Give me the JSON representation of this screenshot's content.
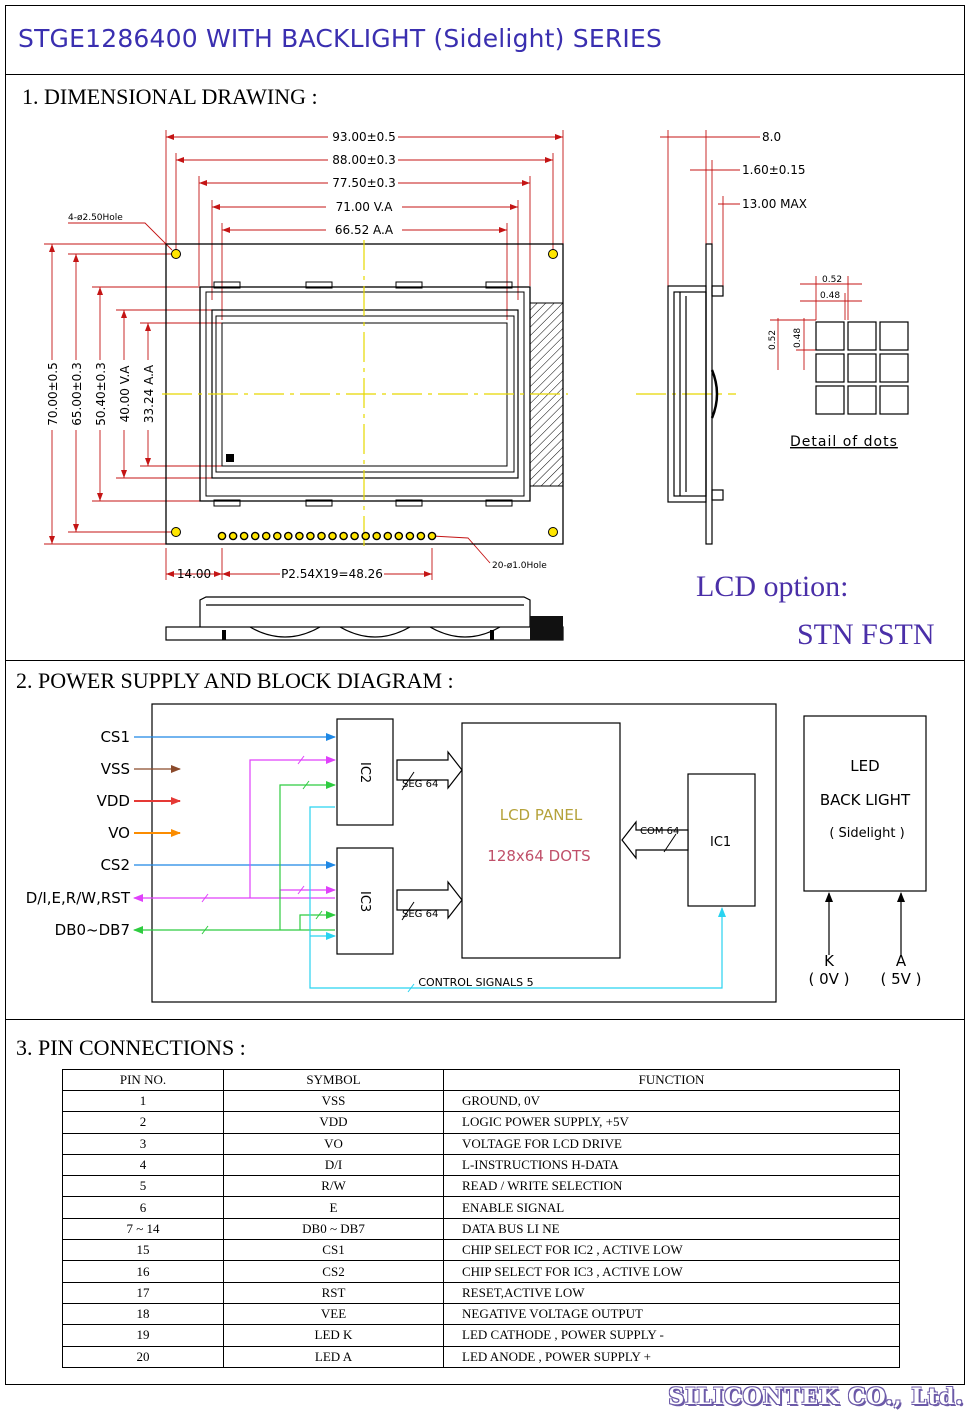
{
  "title": "STGE1286400  WITH BACKLIGHT (Sidelight) SERIES",
  "section1": {
    "heading": "1. DIMENSIONAL  DRAWING :",
    "dims_top": [
      "93.00±0.5",
      "88.00±0.3",
      "77.50±0.3",
      "71.00  V.A",
      "66.52  A.A"
    ],
    "dims_left": [
      "70.00±0.5",
      "65.00±0.3",
      "50.40±0.3",
      "40.00  V.A",
      "33.24  A.A"
    ],
    "hole_label": "4-ø2.50Hole",
    "pin_hole_label": "20-ø1.0Hole",
    "dim_bottom_left": "14.00",
    "dim_pitch": "P2.54X19=48.26",
    "side_dims": [
      "8.0",
      "1.60±0.15",
      "13.00  MAX"
    ],
    "dot_dims": [
      "0.52",
      "0.48",
      "0.52",
      "0.48"
    ],
    "dots_caption": "Detail  of  dots",
    "lcd_option_label": "LCD option:",
    "lcd_option_values": "STN  FSTN"
  },
  "section2": {
    "heading": "2. POWER SUPPLY   AND  BLOCK DIAGRAM :",
    "signals": [
      "CS1",
      "VSS",
      "VDD",
      "VO",
      "CS2",
      "D/I,E,R/W,RST",
      "DB0~DB7"
    ],
    "ic2": "IC2",
    "ic3": "IC3",
    "ic1": "IC1",
    "seg_label": "SEG 64",
    "com_label": "COM 64",
    "panel_label": "LCD  PANEL",
    "panel_dots": "128x64 DOTS",
    "control_label": "CONTROL SIGNALS 5",
    "led_line1": "LED",
    "led_line2": "BACK LIGHT",
    "led_line3": "( Sidelight )",
    "k_label": "K",
    "k_value": "( 0V )",
    "a_label": "A",
    "a_value": "( 5V )",
    "colors": {
      "cs": "#1e88e5",
      "vss": "#8b4a2b",
      "vdd": "#e53935",
      "vo": "#fb8c00",
      "di": "#e040fb",
      "db": "#2ecc40",
      "ctrl": "#29d3f0",
      "panel_text": "#b5a23a",
      "dots_text": "#c0506a"
    }
  },
  "section3": {
    "heading": "3. PIN  CONNECTIONS :",
    "columns": [
      "PIN  NO.",
      "SYMBOL",
      "FUNCTION"
    ],
    "rows": [
      [
        "1",
        "VSS",
        "GROUND, 0V"
      ],
      [
        "2",
        "VDD",
        "LOGIC  POWER  SUPPLY,  +5V"
      ],
      [
        "3",
        "VO",
        "VOLTAGE    FOR   LCD   DRIVE"
      ],
      [
        "4",
        "D/I",
        "L-INSTRUCTIONS      H-DATA"
      ],
      [
        "5",
        "R/W",
        "READ / WRITE  SELECTION"
      ],
      [
        "6",
        "E",
        "ENABLE SIGNAL"
      ],
      [
        "7 ~ 14",
        "DB0 ~ DB7",
        "DATA  BUS  LI NE"
      ],
      [
        "15",
        "CS1",
        "CHIP SELECT FOR IC2 , ACTIVE LOW"
      ],
      [
        "16",
        "CS2",
        "CHIP SELECT FOR IC3 , ACTIVE LOW"
      ],
      [
        "17",
        "RST",
        "RESET,ACTIVE LOW"
      ],
      [
        "18",
        "VEE",
        "NEGATIVE VOLTAGE OUTPUT"
      ],
      [
        "19",
        "LED K",
        "LED CATHODE , POWER SUPPLY  -"
      ],
      [
        "20",
        "LED A",
        "LED ANODE ,  POWER  SUPPLY  +"
      ]
    ]
  },
  "footer": "SILICONTEK CO., Ltd."
}
